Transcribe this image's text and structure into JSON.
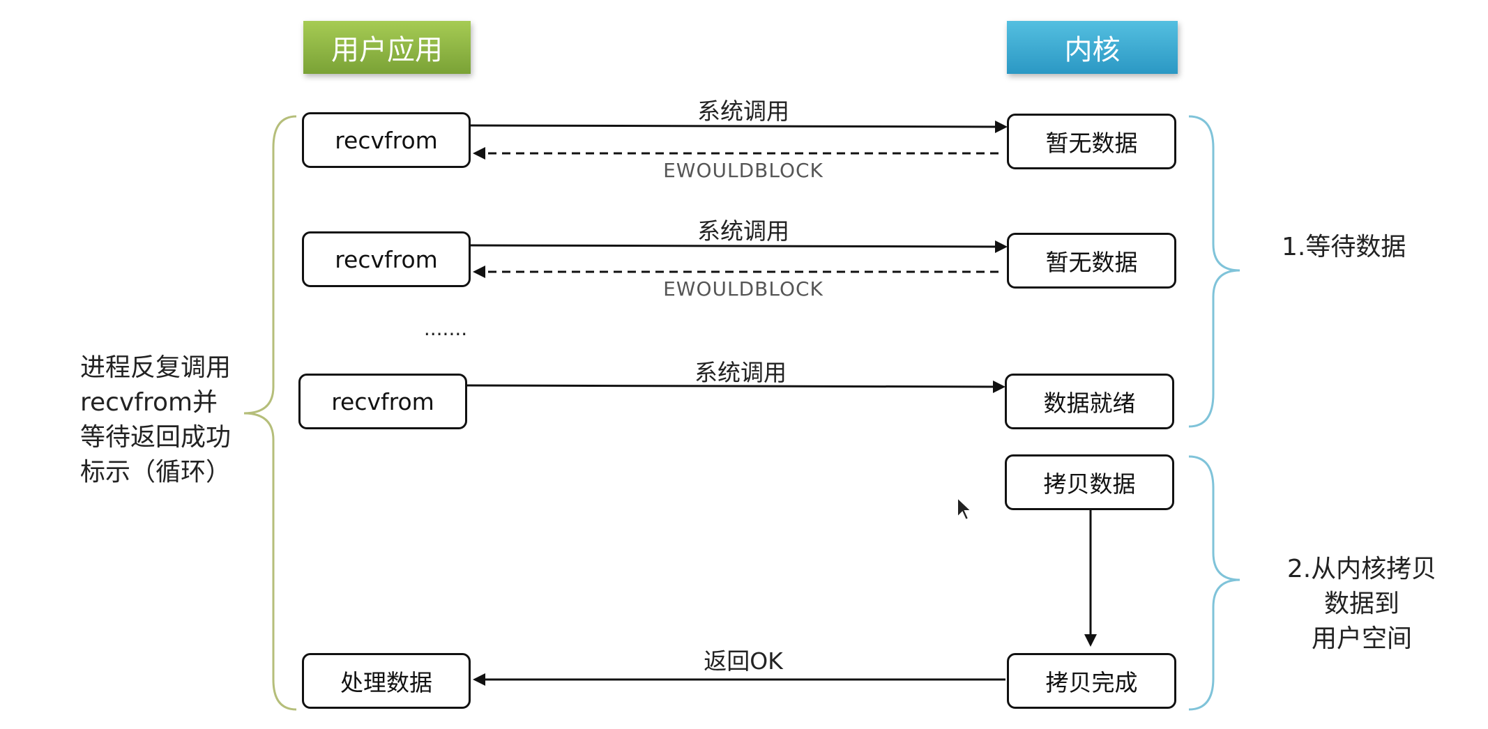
{
  "headers": {
    "user": "用户应用",
    "kernel": "内核"
  },
  "user_boxes": [
    "recvfrom",
    "recvfrom",
    "recvfrom",
    "处理数据"
  ],
  "kernel_boxes": [
    "暂无数据",
    "暂无数据",
    "数据就绪",
    "拷贝数据",
    "拷贝完成"
  ],
  "arrows": {
    "syscall_1": "系统调用",
    "error_1": "EWOULDBLOCK",
    "syscall_2": "系统调用",
    "error_2": "EWOULDBLOCK",
    "syscall_3": "系统调用",
    "return_ok": "返回OK"
  },
  "ellipsis": ".......",
  "left_note": [
    "进程反复调用",
    "recvfrom并",
    "等待返回成功",
    "标示（循环）"
  ],
  "phase_1": [
    "1.等待数据"
  ],
  "phase_2": [
    "2.从内核拷贝",
    "数据到",
    "用户空间"
  ],
  "colors": {
    "user_header": "#8cb443",
    "kernel_header": "#3aabd6",
    "brace_left": "#b5be7a",
    "brace_right": "#7fc3d9"
  },
  "icons": [
    "mouse-cursor-icon"
  ]
}
